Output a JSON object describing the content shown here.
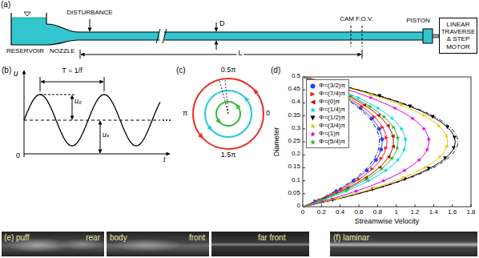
{
  "diagram": {
    "nodes": [
      {
        "text": [
          "LINEAR TRAVERSE & STEP MOTOR"
        ]
      },
      {
        "text": [
          "(e) puff",
          "rear"
        ]
      },
      {
        "text": [
          "body",
          "front"
        ]
      },
      {
        "text": [
          "far front"
        ]
      },
      {
        "text": [
          "(f) laminar"
        ]
      }
    ],
    "labels": [
      "(a)",
      "RESERVOIR",
      "DISTURBANCE",
      "NOZZLE",
      "D",
      "L",
      "CAM F.O.V.",
      "PISTON",
      "(b)",
      "u",
      "T = 1/f",
      "u₀",
      "uₛ",
      "0",
      "t",
      "(c)",
      "0.5π",
      "π",
      "0",
      "1.5π",
      "(d)",
      "Diameter",
      "Streamwise Velocity",
      "0.5",
      "0.45",
      "0.4",
      "0.35",
      "0.3",
      "0.25",
      "0.2",
      "0.15",
      "0.1",
      "0.05",
      "0",
      "0",
      "0.2",
      "0.4",
      "0.6",
      "0.8",
      "1",
      "1.2",
      "1.4",
      "1.6",
      "1.8"
    ],
    "legend": [
      {
        "text": "Φ=(3/2)π"
      },
      {
        "text": "Φ=(7/4)π"
      },
      {
        "text": "Φ=(0)π"
      },
      {
        "text": "Φ=(1/4)π"
      },
      {
        "text": "Φ=(1/2)π"
      },
      {
        "text": "Φ=(3/4)π"
      },
      {
        "text": "Φ=(1)π"
      },
      {
        "text": "Φ=(5/4)π"
      }
    ]
  }
}
